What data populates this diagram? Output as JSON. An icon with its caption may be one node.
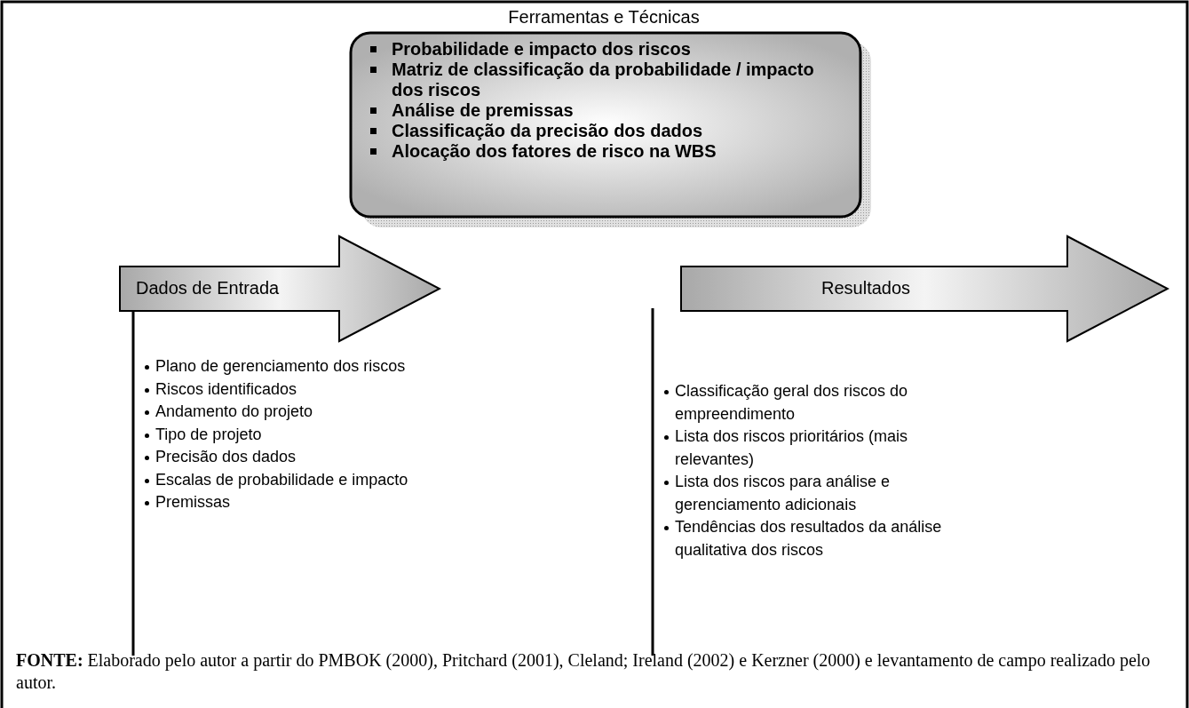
{
  "diagram": {
    "nodes": [
      {
        "text": [
          "Ferramentas e Técnicas",
          "Probabilidade e impacto dos riscos",
          "Matriz de classificação da probabilidade / impacto dos riscos",
          "Análise de premissas",
          "Classificação da precisão dos dados",
          "Alocação dos fatores de risco na WBS"
        ]
      },
      {
        "text": [
          "Dados de Entrada"
        ]
      },
      {
        "text": [
          "Resultados"
        ]
      }
    ],
    "labels": [
      "Plano de gerenciamento dos riscos",
      "Riscos identificados",
      "Andamento do projeto",
      "Tipo de projeto",
      "Precisão dos dados",
      "Escalas de probabilidade e impacto",
      "Premissas",
      "Classificação geral dos riscos do empreendimento",
      "Lista dos riscos prioritários (mais relevantes)",
      "Lista dos riscos para análise e gerenciamento adicionais",
      "Tendências dos resultados da análise qualitativa dos riscos"
    ],
    "caption": "**FONTE:** Elaborado pelo autor a partir do PMBOK (2000), Pritchard (2001), Cleland; Ireland (2002) e Kerzner (2000) e levantamento de campo realizado pelo autor."
  }
}
